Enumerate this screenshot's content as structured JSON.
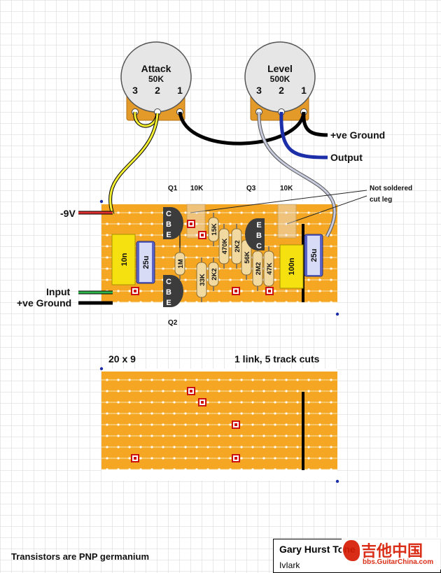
{
  "pots": [
    {
      "name": "Attack",
      "value": "50K",
      "pins": [
        "3",
        "2",
        "1"
      ]
    },
    {
      "name": "Level",
      "value": "500K",
      "pins": [
        "3",
        "2",
        "1"
      ]
    }
  ],
  "wires": {
    "ve_ground_top": "+ve Ground",
    "output": "Output",
    "neg9v": "-9V",
    "input": "Input",
    "ve_ground_bottom": "+ve Ground"
  },
  "labels": {
    "q1": "Q1",
    "q2": "Q2",
    "q3": "Q3",
    "r10k_left": "10K",
    "r10k_right": "10K",
    "not_soldered": "Not soldered",
    "cut_leg": "cut leg",
    "board_size": "20 x 9",
    "link_info": "1 link, 5 track cuts",
    "transistor_note": "Transistors are PNP germanium"
  },
  "transistors": {
    "q1": [
      "C",
      "B",
      "E"
    ],
    "q2": [
      "C",
      "B",
      "E"
    ],
    "q3": [
      "E",
      "B",
      "C"
    ]
  },
  "components": {
    "c10n": "10n",
    "c25u_left": "25u",
    "r1m": "1M",
    "r15k": "15K",
    "r470k": "470K",
    "r33k": "33K",
    "r2k2_a": "2K2",
    "r2k2_b": "2K2",
    "r56k": "56K",
    "r2m2": "2M2",
    "r47k": "47K",
    "c100n": "100n",
    "c25u_right": "25u"
  },
  "credit": {
    "author": "Gary Hurst Tone",
    "name": "IvIark"
  },
  "watermark": {
    "site": "吉他中国",
    "url": "bbs.GuitarChina.com"
  },
  "colors": {
    "grid": "#d3d3d3",
    "board": "#f5a623",
    "strip_line": "#fbe6b0",
    "pot_body": "#e6e6e6",
    "pot_bracket": "#e39a28",
    "resistor": "#f2d9a0",
    "cap_film": "#f5e10f",
    "cap_elec": "#5a63c6",
    "transistor": "#3c3c3c",
    "wire_yellow": "#f4ef33",
    "wire_black": "#000000",
    "wire_blue": "#1d2fa8",
    "wire_gray": "#bfc3d8",
    "wire_red": "#e03030",
    "wire_green": "#2fb54a",
    "cut_mark": "#cc1111"
  }
}
